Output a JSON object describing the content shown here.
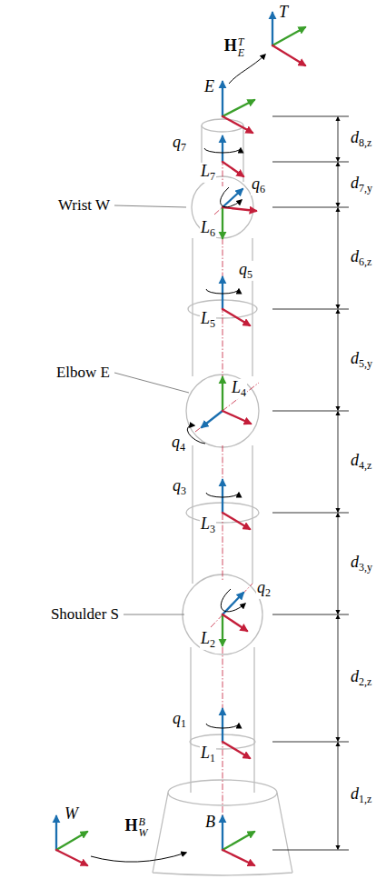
{
  "diagram": {
    "labels": [
      "T",
      "H",
      "T",
      "E",
      "E",
      "q",
      "7",
      "L",
      "7",
      "Wrist W",
      "q",
      "6",
      "L",
      "6",
      "d",
      "8,z",
      "d",
      "7,y",
      "q",
      "5",
      "L",
      "5",
      "d",
      "6,z",
      "Elbow E",
      "L",
      "4",
      "q",
      "4",
      "d",
      "5,y",
      "q",
      "3",
      "L",
      "3",
      "d",
      "4,z",
      "Shoulder S",
      "q",
      "2",
      "L",
      "2",
      "d",
      "3,y",
      "q",
      "1",
      "L",
      "1",
      "d",
      "2,z",
      "B",
      "W",
      "H",
      "W",
      "B",
      "d",
      "1,z"
    ]
  }
}
